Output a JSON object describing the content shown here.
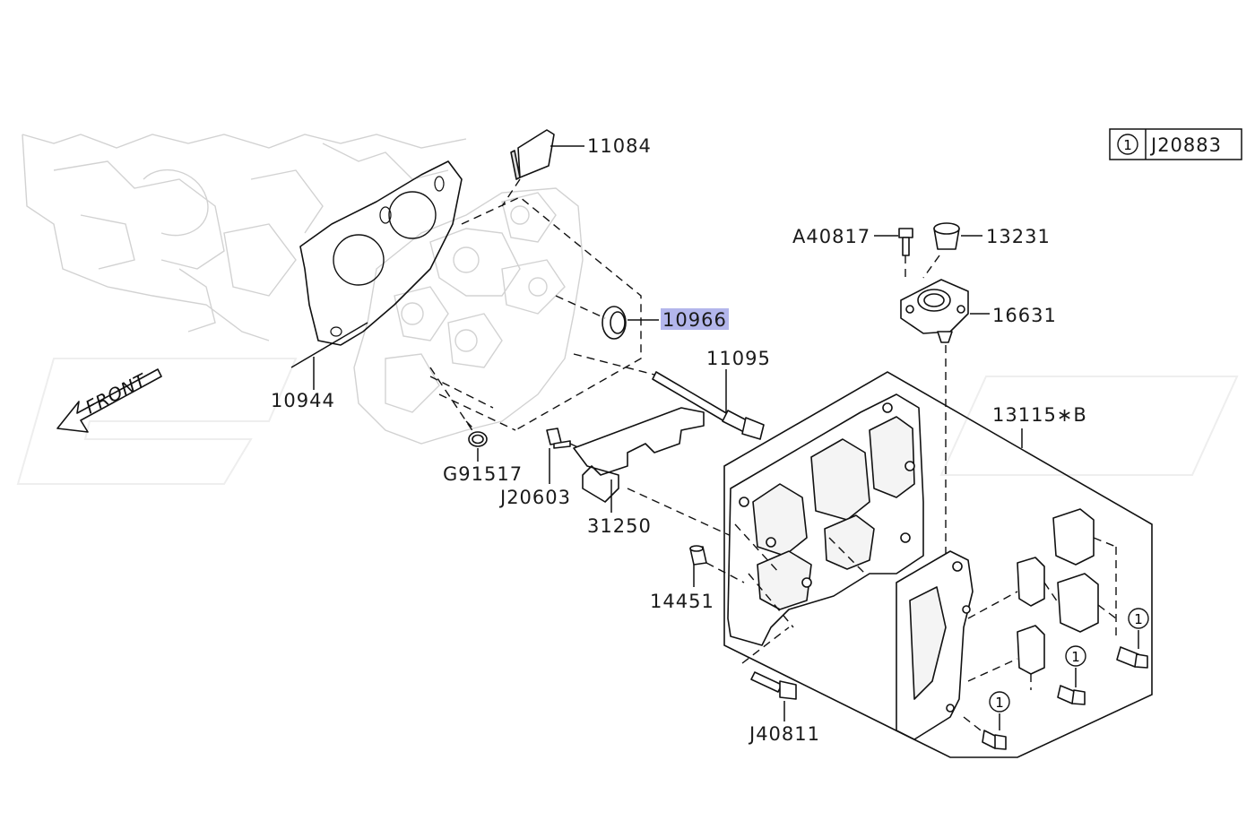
{
  "legend": {
    "symbol": "1",
    "part": "J20883"
  },
  "front_label": "FRONT",
  "parts": {
    "p11084": "11084",
    "p10966": "10966",
    "p11095": "11095",
    "p10944": "10944",
    "pG91517": "G91517",
    "pJ20603": "J20603",
    "p31250": "31250",
    "pA40817": "A40817",
    "p13231": "13231",
    "p16631": "16631",
    "p13115B": "13115∗B",
    "p14451": "14451",
    "pJ40811": "J40811"
  },
  "callouts": {
    "c1": "1",
    "c2": "1",
    "c3": "1"
  },
  "colors": {
    "highlight": "#b3b6ec",
    "line": "#111111",
    "ghost": "#d2d2d2"
  }
}
